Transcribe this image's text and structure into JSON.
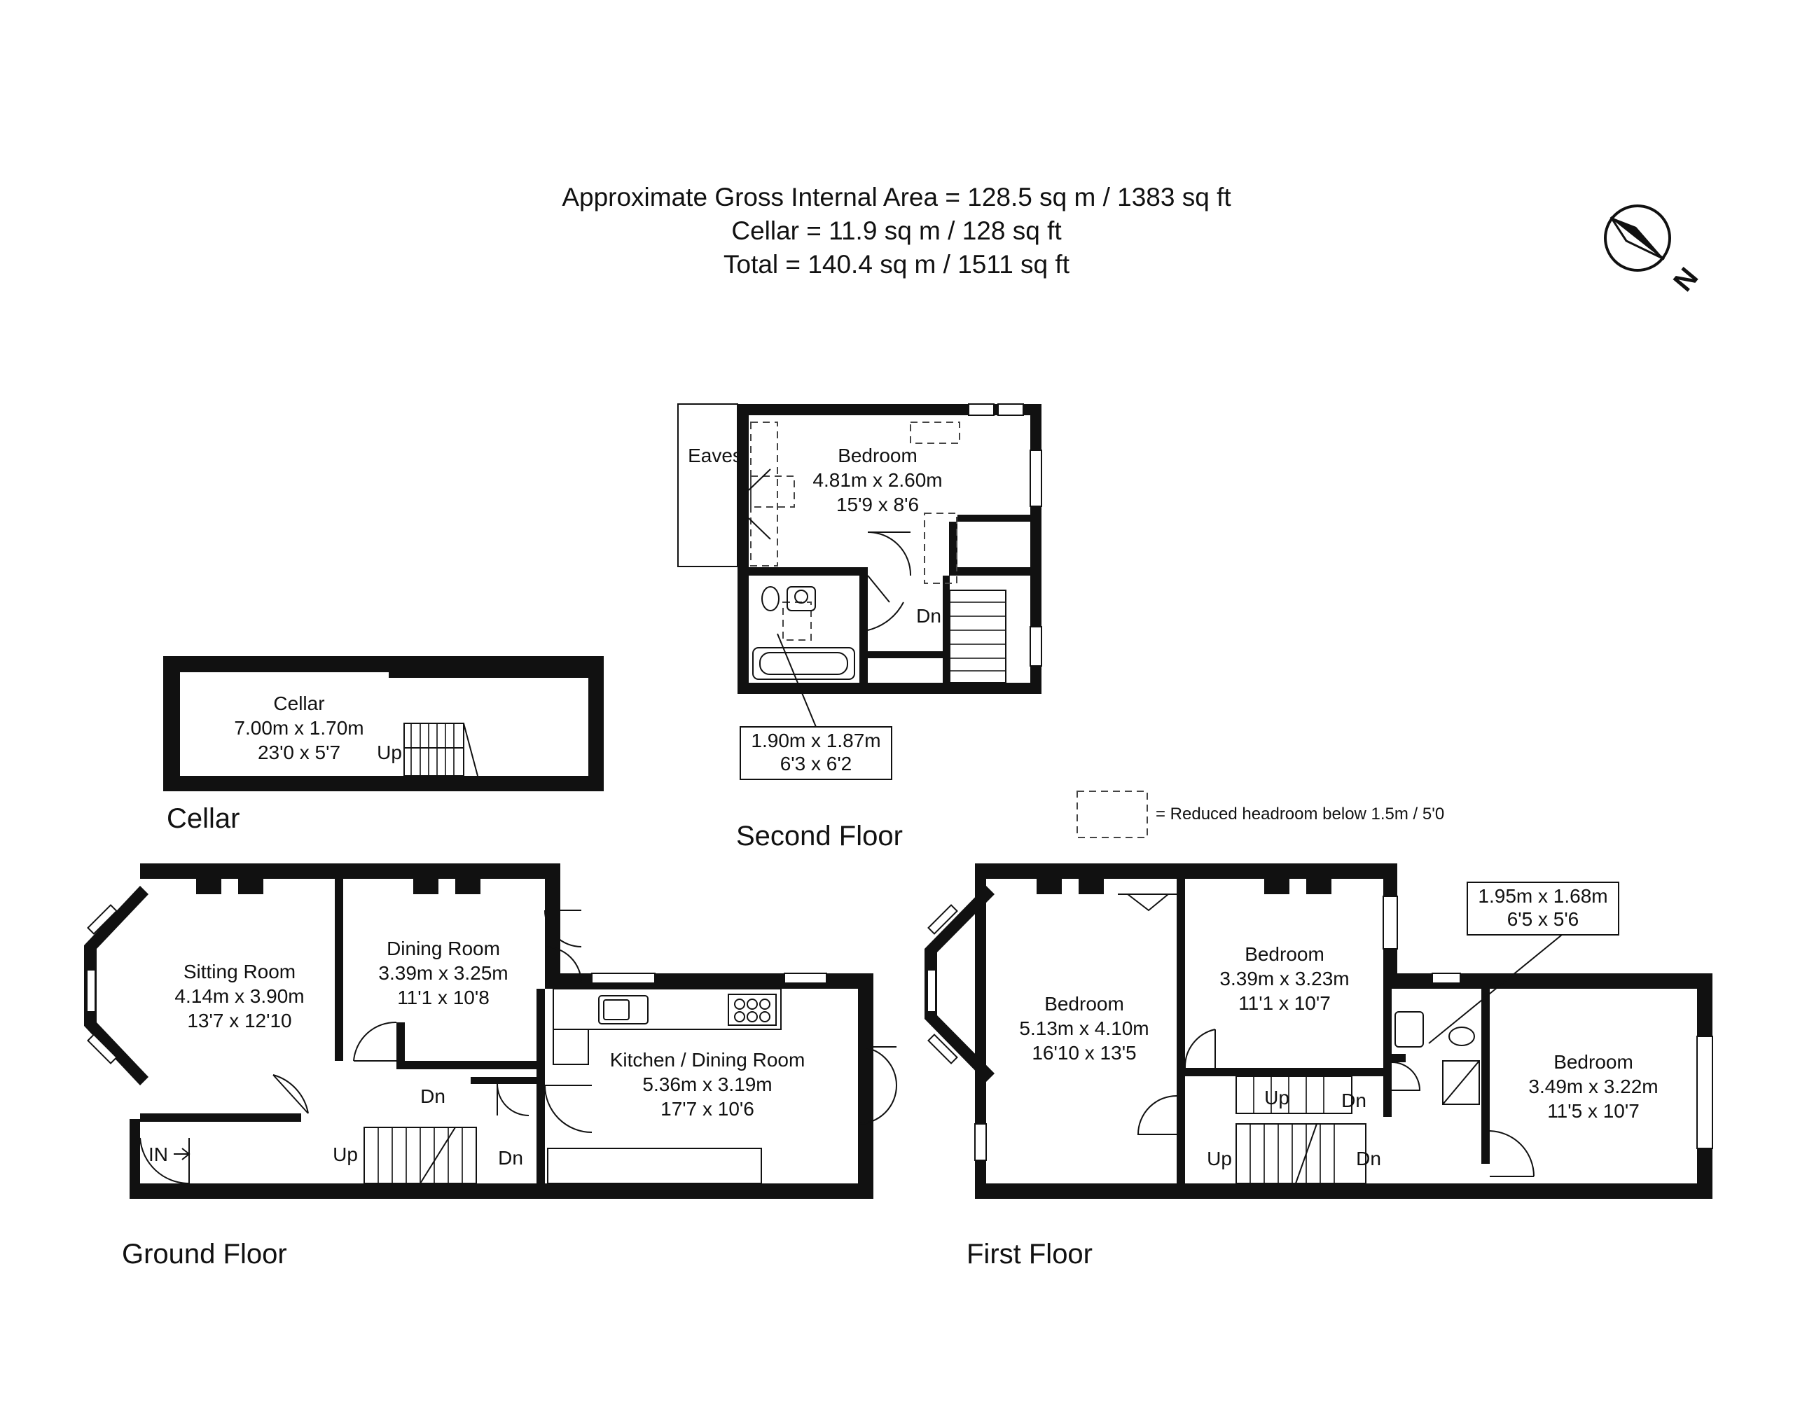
{
  "header": {
    "line1": "Approximate Gross Internal Area = 128.5 sq m / 1383 sq ft",
    "line2": "Cellar = 11.9 sq m / 128 sq ft",
    "line3": "Total = 140.4 sq m / 1511 sq ft"
  },
  "compass": {
    "label": "N",
    "icon": "north-compass-icon"
  },
  "legend": {
    "text": "= Reduced headroom below 1.5m / 5'0"
  },
  "floors": {
    "cellar": {
      "label": "Cellar",
      "room": {
        "name": "Cellar",
        "metric": "7.00m x 1.70m",
        "imperial": "23'0 x 5'7"
      },
      "stairs": "Up"
    },
    "second": {
      "label": "Second Floor",
      "eaves": "Eaves",
      "bedroom": {
        "name": "Bedroom",
        "metric": "4.81m x 2.60m",
        "imperial": "15'9 x 8'6"
      },
      "bathroom": {
        "metric": "1.90m x 1.87m",
        "imperial": "6'3 x 6'2"
      },
      "stairs": "Dn"
    },
    "ground": {
      "label": "Ground Floor",
      "sitting": {
        "name": "Sitting Room",
        "metric": "4.14m x 3.90m",
        "imperial": "13'7 x 12'10"
      },
      "dining": {
        "name": "Dining Room",
        "metric": "3.39m x 3.25m",
        "imperial": "11'1 x 10'8"
      },
      "kitchen": {
        "name": "Kitchen / Dining Room",
        "metric": "5.36m x 3.19m",
        "imperial": "17'7 x 10'6"
      },
      "entrance": "IN",
      "stairs_up": "Up",
      "stairs_dn_1": "Dn",
      "stairs_dn_2": "Dn"
    },
    "first": {
      "label": "First Floor",
      "bedroom1": {
        "name": "Bedroom",
        "metric": "5.13m x 4.10m",
        "imperial": "16'10 x 13'5"
      },
      "bedroom2": {
        "name": "Bedroom",
        "metric": "3.39m x 3.23m",
        "imperial": "11'1 x 10'7"
      },
      "bedroom3": {
        "name": "Bedroom",
        "metric": "3.49m x 3.22m",
        "imperial": "11'5 x 10'7"
      },
      "shower": {
        "metric": "1.95m x 1.68m",
        "imperial": "6'5 x 5'6"
      },
      "stairs_up_1": "Up",
      "stairs_dn_1": "Dn",
      "stairs_up_2": "Up",
      "stairs_dn_2": "Dn"
    }
  }
}
